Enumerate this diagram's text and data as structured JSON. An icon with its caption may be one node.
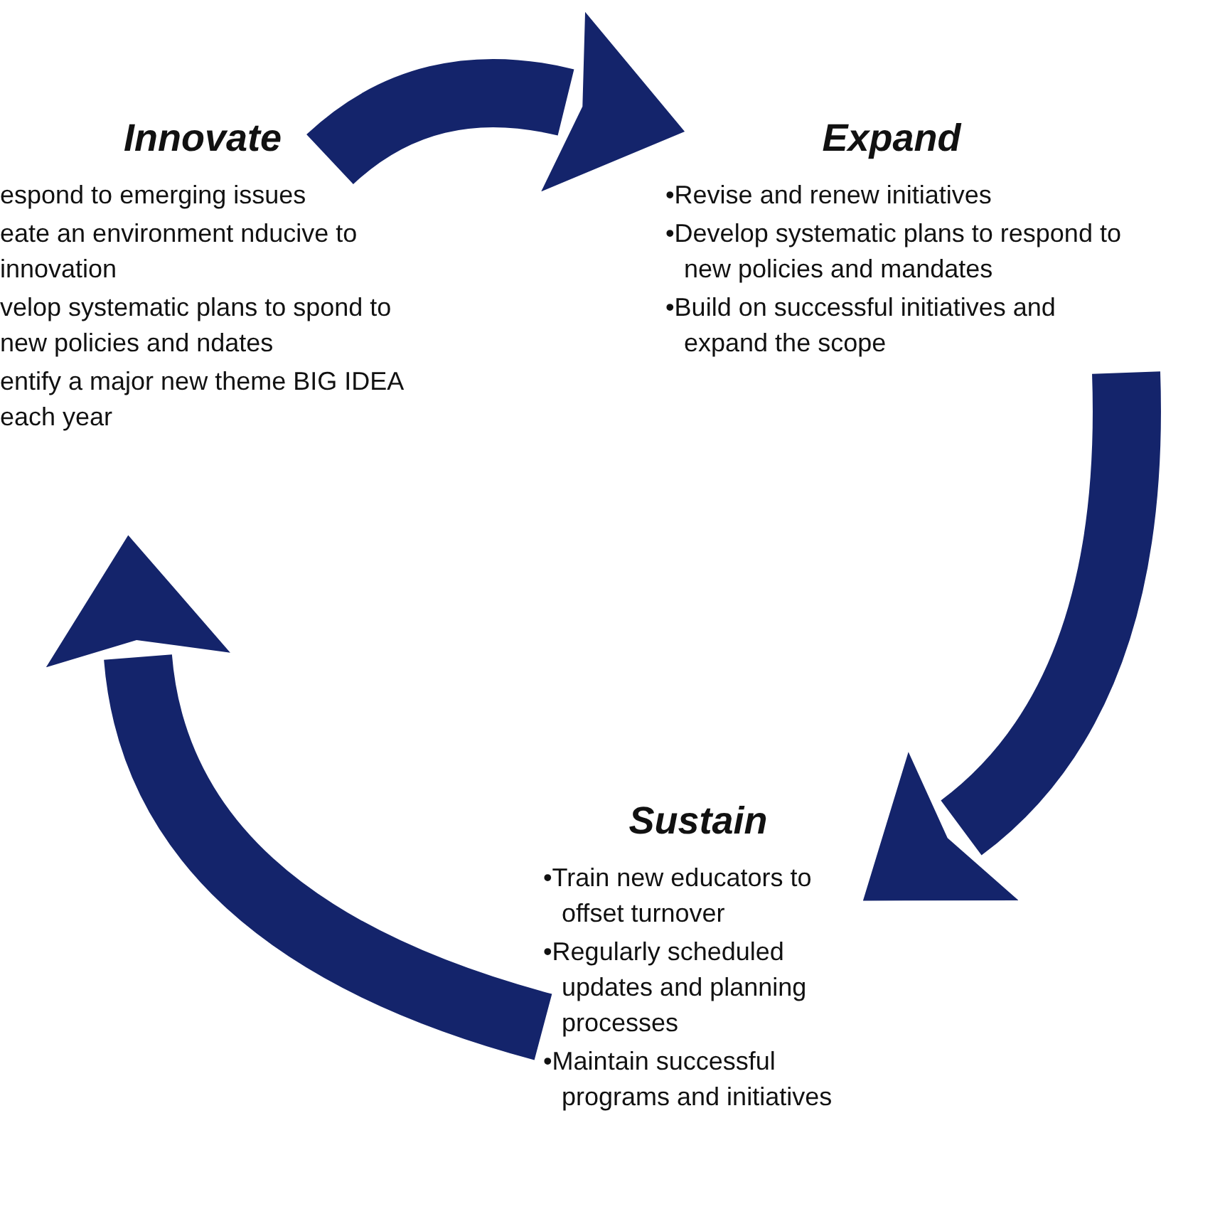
{
  "diagram": {
    "nodes": [
      {
        "text": [
          "Innovate",
          "espond to emerging issues",
          "eate an environment nducive to innovation",
          "velop systematic plans to spond to new policies and ndates",
          "entify a major new theme BIG IDEA each year"
        ]
      },
      {
        "text": [
          "Expand",
          "•Revise and renew initiatives",
          "•Develop systematic plans to respond to new policies and mandates",
          "•Build on successful initiatives and expand the scope"
        ]
      },
      {
        "text": [
          "Sustain",
          "•Train new educators to offset turnover",
          "•Regularly scheduled updates and planning processes",
          "•Maintain successful programs and initiatives"
        ]
      }
    ],
    "edges": [
      {
        "from": 0,
        "to": 1,
        "arrow": "to"
      },
      {
        "from": 1,
        "to": 2,
        "arrow": "to"
      },
      {
        "from": 2,
        "to": 0,
        "arrow": "to"
      }
    ]
  }
}
